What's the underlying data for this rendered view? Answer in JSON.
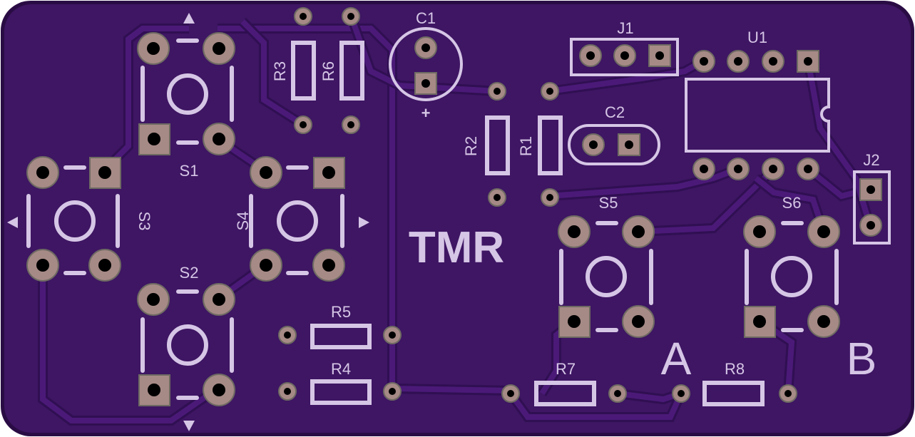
{
  "board": {
    "title_text": "TMR",
    "label_a": "A",
    "label_b": "B",
    "polarity_mark": "+"
  },
  "colors": {
    "board": "#3e1663",
    "silkscreen": "#d6c6e6",
    "pad": "#a68a86",
    "trace": "#4b1a78"
  },
  "components": {
    "s1": "S1",
    "s2": "S2",
    "s3": "S3",
    "s4": "S4",
    "s5": "S5",
    "s6": "S6",
    "r1": "R1",
    "r2": "R2",
    "r3": "R3",
    "r4": "R4",
    "r5": "R5",
    "r6": "R6",
    "r7": "R7",
    "r8": "R8",
    "c1": "C1",
    "c2": "C2",
    "j1": "J1",
    "j2": "J2",
    "u1": "U1"
  }
}
